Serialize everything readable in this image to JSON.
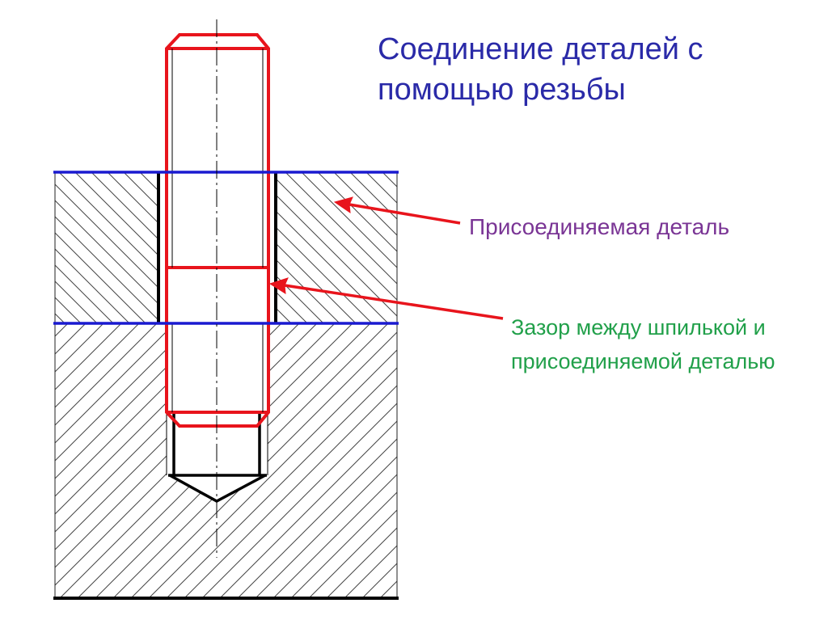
{
  "title": "Соединение деталей с помощью резьбы",
  "annotations": {
    "attached_part": "Присоединяемая деталь",
    "gap": "Зазор между шпилькой и присоединяемой деталью"
  },
  "colors": {
    "title_text": "#2a2aa8",
    "attached_part_text": "#7a3595",
    "gap_text": "#21a04a",
    "stud_outline": "#e8141c",
    "arrow": "#e8141c",
    "joint_lines": "#1a1ad0",
    "body_lines": "#000000",
    "hatch": "#333333"
  }
}
